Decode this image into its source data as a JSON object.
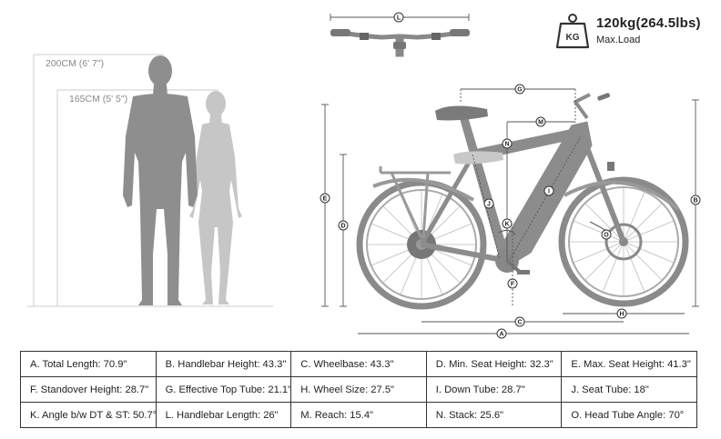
{
  "load": {
    "icon_text": "KG",
    "value": "120kg(264.5lbs)",
    "label": "Max.Load"
  },
  "heights": {
    "tall": "200CM (6' 7\")",
    "short": "165CM (5' 5\")"
  },
  "letters": {
    "A": "A",
    "B": "B",
    "C": "C",
    "D": "D",
    "E": "E",
    "F": "F",
    "G": "G",
    "H": "H",
    "I": "I",
    "J": "J",
    "K": "K",
    "L": "L",
    "M": "M",
    "N": "N",
    "O": "O"
  },
  "specs": [
    [
      "A. Total Length: 70.9\"",
      "B. Handlebar Height: 43.3\"",
      "C. Wheelbase: 43.3\"",
      "D. Min. Seat Height: 32.3\"",
      "E. Max. Seat Height: 41.3\""
    ],
    [
      "F. Standover Height: 28.7\"",
      "G. Effective Top Tube: 21.1\"",
      "H. Wheel Size: 27.5\"",
      "I. Down Tube: 28.7\"",
      "J. Seat Tube: 18\""
    ],
    [
      "K. Angle b/w DT & ST: 50.7°",
      "L. Handlebar Length: 26\"",
      "M. Reach: 15.4\"",
      "N. Stack: 25.6\"",
      "O. Head Tube Angle: 70°"
    ]
  ],
  "colors": {
    "bike": "#8c8c8c",
    "man": "#8a8a8a",
    "woman": "#c4c4c4",
    "line": "#555555"
  }
}
